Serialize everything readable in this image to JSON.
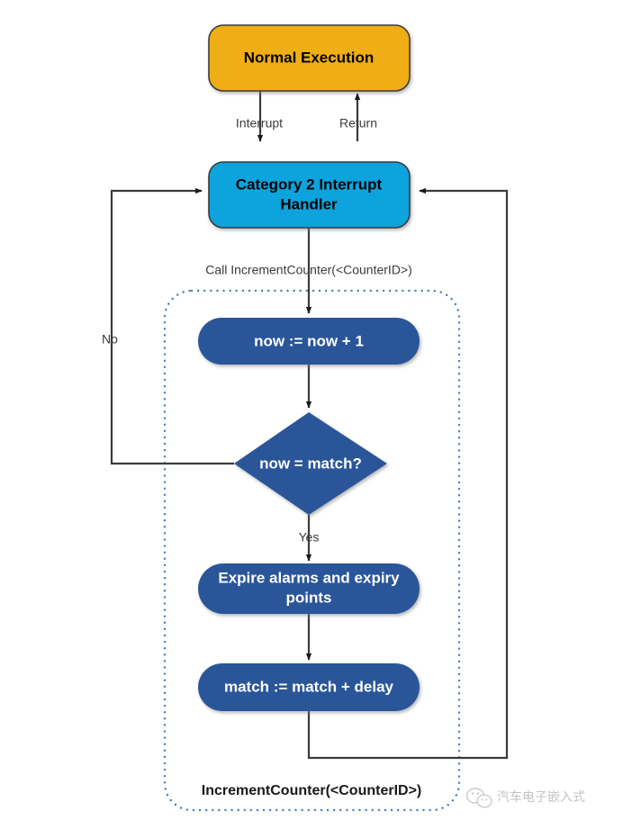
{
  "diagram": {
    "title": "Category 2 Interrupt Handler / IncrementCounter flow",
    "colors": {
      "orange": "#EFAE13",
      "cyan": "#11A3DC",
      "blue": "#2A5699",
      "node_stroke": "#3b3b3b",
      "connector": "#3b3b3b",
      "group_dotted": "#4a7ebb",
      "text_dark": "#000000",
      "text_light": "#ffffff",
      "watermark": "#b9b9b9"
    },
    "nodes": [
      {
        "id": "normal-execution",
        "shape": "rounded-rect",
        "fill": "orange",
        "label": "Normal Execution"
      },
      {
        "id": "interrupt-handler",
        "shape": "rounded-rect",
        "fill": "cyan",
        "label_line1": "Category 2 Interrupt",
        "label_line2": "Handler"
      },
      {
        "id": "increment-now",
        "shape": "pill",
        "fill": "blue",
        "label": "now := now + 1"
      },
      {
        "id": "now-equals-match",
        "shape": "diamond",
        "fill": "blue",
        "label": "now = match?"
      },
      {
        "id": "expire-alarms",
        "shape": "pill",
        "fill": "blue",
        "label_line1": "Expire alarms and expiry",
        "label_line2": "points"
      },
      {
        "id": "update-match",
        "shape": "pill",
        "fill": "blue",
        "label": "match := match + delay"
      }
    ],
    "edge_labels": {
      "interrupt": "Interrupt",
      "return": "Return",
      "call_increment_counter": "Call IncrementCounter(<CounterID>)",
      "no": "No",
      "yes": "Yes"
    },
    "group": {
      "label": "IncrementCounter(<CounterID>)",
      "style": "dotted-rounded-rect"
    },
    "watermark": {
      "icon": "wechat-icon",
      "text": "汽车电子嵌入式"
    }
  }
}
